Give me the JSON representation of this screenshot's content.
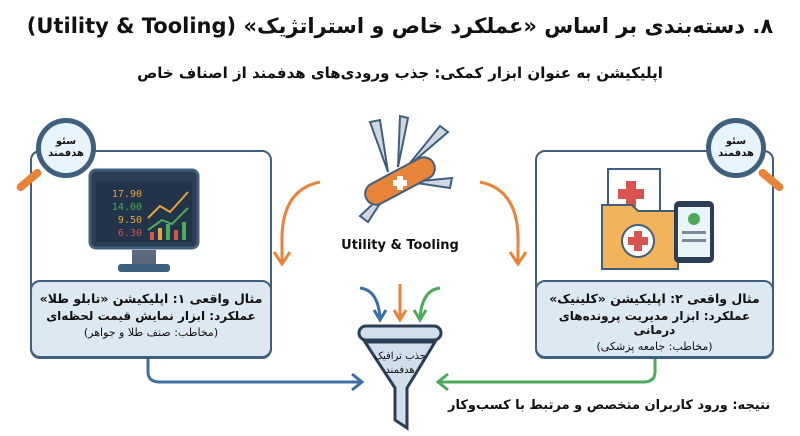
{
  "title": "۸. دسته‌بندی بر اساس «عملکرد خاص و استراتژیک» (Utility & Tooling)",
  "subtitle": "اپلیکیشن به عنوان ابزار کمکی: جذب ورودی‌های هدفمند از اصناف خاص",
  "center": {
    "tool_label": "Utility & Tooling",
    "funnel_label_1": "جذب ترافیک",
    "funnel_label_2": "هدفمند"
  },
  "seo_badge": {
    "line1": "سئو",
    "line2": "هدفمند"
  },
  "left": {
    "example": "مثال واقعی ۱: اپلیکیشن «تابلو طلا»",
    "function": "عملکرد: ابزار نمایش قیمت لحظه‌ای",
    "audience": "(مخاطب: صنف طلا و جواهر)",
    "prices": [
      "17.90",
      "14.00",
      "9.50",
      "6.30"
    ]
  },
  "right": {
    "example": "مثال واقعی ۲: اپلیکیشن «کلینیک»",
    "function": "عملکرد: ابزار مدیریت پرونده‌های درمانی",
    "audience": "(مخاطب: جامعه پزشکی)"
  },
  "result": "نتیجه: ورود کاربران متخصص و مرتبط با کسب‌وکار",
  "colors": {
    "blue": "#3d6fa3",
    "orange": "#e8833a",
    "green": "#4caa5a",
    "frame": "#3f5f7f"
  }
}
